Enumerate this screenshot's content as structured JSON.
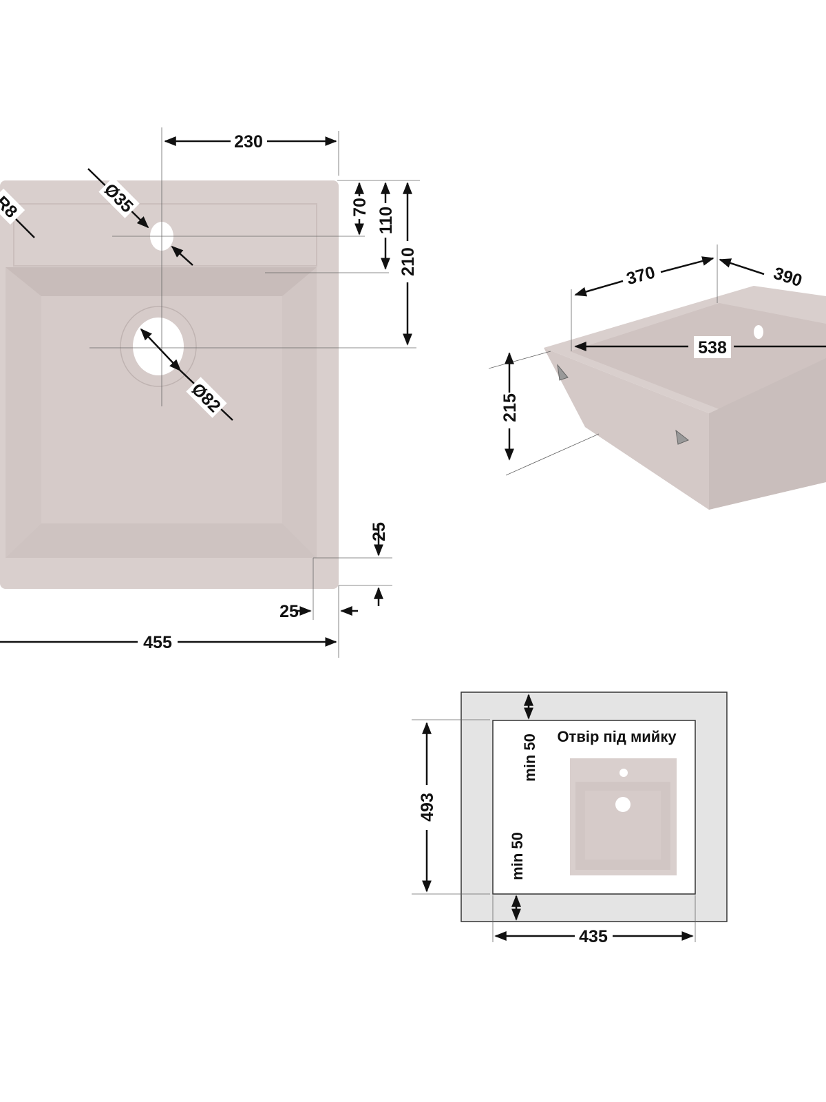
{
  "colors": {
    "sink": "#d9cfcd",
    "sink_dark": "#cdc1bf",
    "cutout": "#e4e4e4",
    "line": "#111111"
  },
  "top_view": {
    "width": "455",
    "tap_offset": "230",
    "tap_hole": "Ø35",
    "corner_radius": "R8",
    "tap_from_edge": "70",
    "bowl_from_edge": "110",
    "drain_from_edge": "210",
    "drain_hole": "Ø82",
    "rim_side": "25",
    "rim_bottom": "25"
  },
  "iso_view": {
    "depth_370": "370",
    "width_390": "390",
    "length_538": "538",
    "height": "215"
  },
  "cutout": {
    "title": "Отвір під мийку",
    "height": "493",
    "width": "435",
    "min_top": "min 50",
    "min_bottom": "min 50"
  }
}
